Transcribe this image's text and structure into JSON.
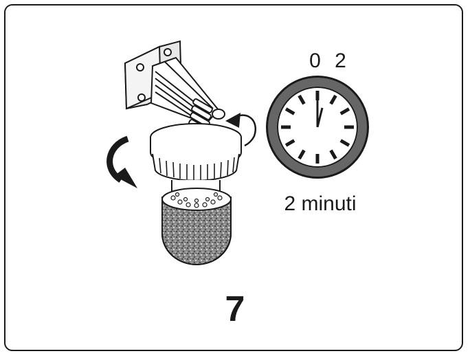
{
  "clock": {
    "top_label": "0 2",
    "duration_label": "2 minuti"
  },
  "step": {
    "number": "7"
  },
  "colors": {
    "ink": "#1a1a1a",
    "clock_ring": "#666666",
    "filter_texture": "#555555"
  },
  "icons": [
    "filter-assembly-icon",
    "rotate-counterclockwise-arrow-icon",
    "rotate-clockwise-arrow-icon",
    "clock-icon"
  ]
}
